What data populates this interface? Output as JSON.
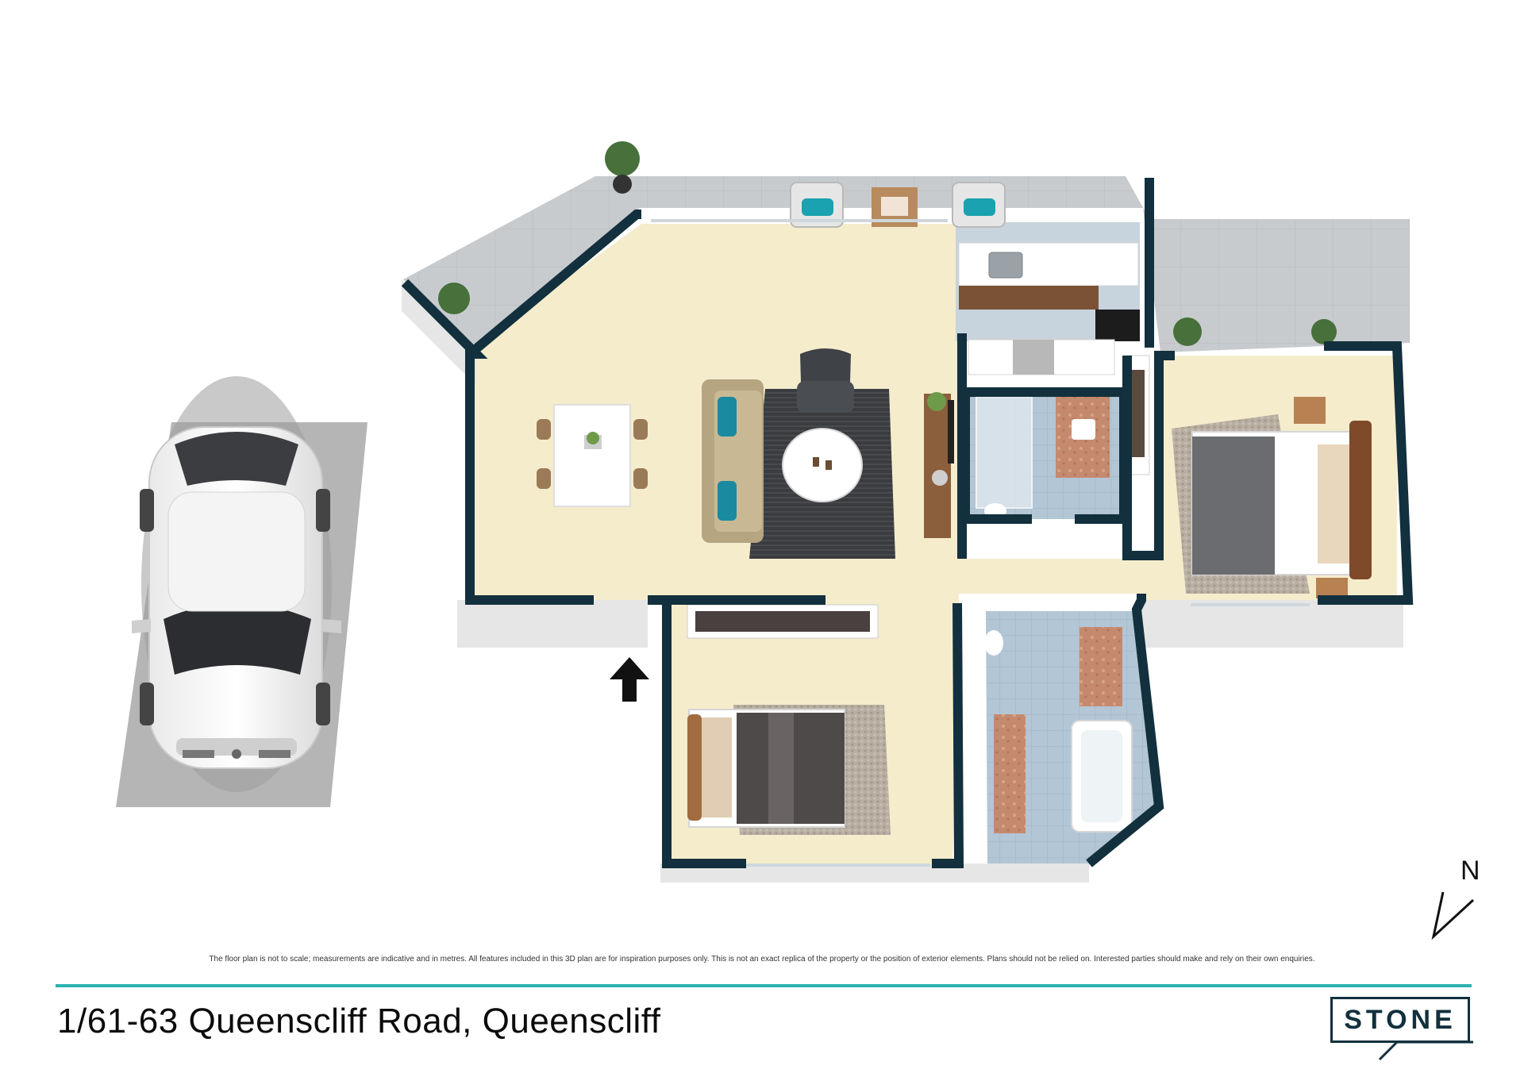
{
  "disclaimer": "The floor plan is not to scale; measurements are indicative and in metres. All features included in this 3D plan are for inspiration purposes only. This is not an exact replica of the property or the position of exterior elements. Plans should not be relied on. Interested parties should make and rely on their own enquiries.",
  "address": "1/61-63 Queenscliff Road, Queenscliff",
  "logo": {
    "text": "STONE"
  },
  "compass": {
    "label": "N",
    "icon": "north-arrow-icon"
  },
  "entry": {
    "icon": "entry-arrow-icon"
  },
  "colors": {
    "wall": "#12303d",
    "wall_side": "#e6e6e6",
    "floor_beige": "#f5eccc",
    "balcony_tile": "#c8cbce",
    "wet_area_tile": "#b3c6d6",
    "car_space": "#b5b5b5",
    "accent_teal": "#2bb3b1"
  }
}
